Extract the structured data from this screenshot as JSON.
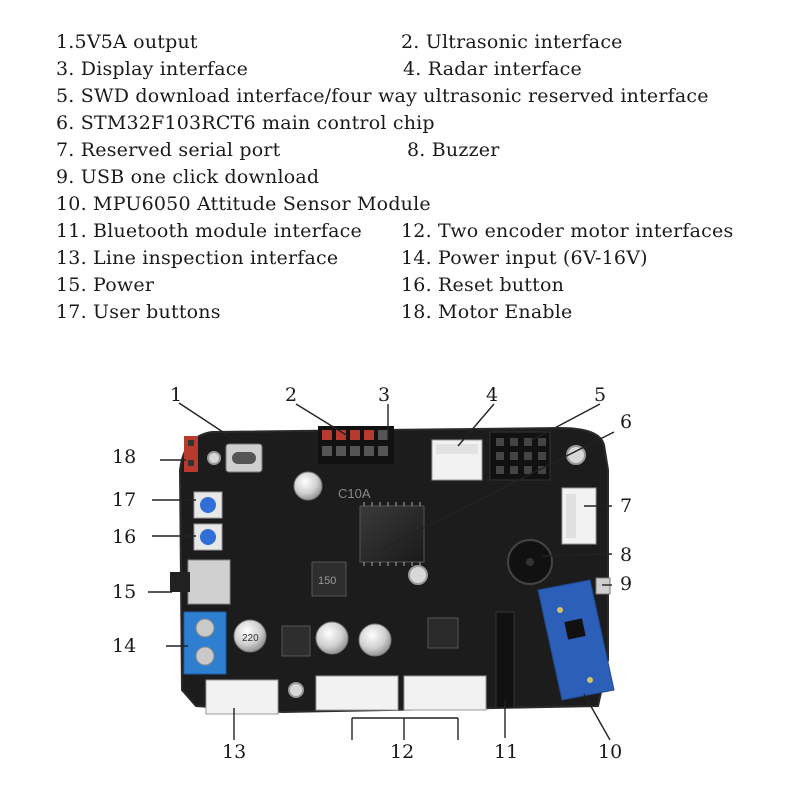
{
  "legend": [
    {
      "id": "1",
      "text": "1.5V5A output"
    },
    {
      "id": "2",
      "text": "2. Ultrasonic interface"
    },
    {
      "id": "3",
      "text": "3. Display interface"
    },
    {
      "id": "4",
      "text": "4. Radar interface"
    },
    {
      "id": "5",
      "text": "5. SWD download interface/four way ultrasonic reserved interface"
    },
    {
      "id": "6",
      "text": "6. STM32F103RCT6 main control chip"
    },
    {
      "id": "7",
      "text": "7. Reserved serial port"
    },
    {
      "id": "8",
      "text": "8. Buzzer"
    },
    {
      "id": "9",
      "text": "9. USB one click download"
    },
    {
      "id": "10",
      "text": "10. MPU6050 Attitude Sensor Module"
    },
    {
      "id": "11",
      "text": "11. Bluetooth module interface"
    },
    {
      "id": "12",
      "text": "12. Two encoder motor interfaces"
    },
    {
      "id": "13",
      "text": "13. Line inspection interface"
    },
    {
      "id": "14",
      "text": "14. Power input (6V-16V)"
    },
    {
      "id": "15",
      "text": "15. Power"
    },
    {
      "id": "16",
      "text": "16. Reset button"
    },
    {
      "id": "17",
      "text": "17. User buttons"
    },
    {
      "id": "18",
      "text": "18. Motor Enable"
    }
  ],
  "callouts": [
    "1",
    "2",
    "3",
    "4",
    "5",
    "6",
    "7",
    "8",
    "9",
    "10",
    "11",
    "12",
    "13",
    "14",
    "15",
    "16",
    "17",
    "18"
  ],
  "board": {
    "model_label": "C10A",
    "capacitor_label": "220",
    "inductor_label": "150"
  },
  "colors": {
    "board": "#1c1c1c",
    "board_edge": "#2a2a2a",
    "terminal_blue": "#2f7fd0",
    "imu_blue": "#2b5fb8",
    "connector_white": "#f2f2f2",
    "header_black": "#111111",
    "header_red": "#b83a2e",
    "leader_line": "#222222"
  }
}
